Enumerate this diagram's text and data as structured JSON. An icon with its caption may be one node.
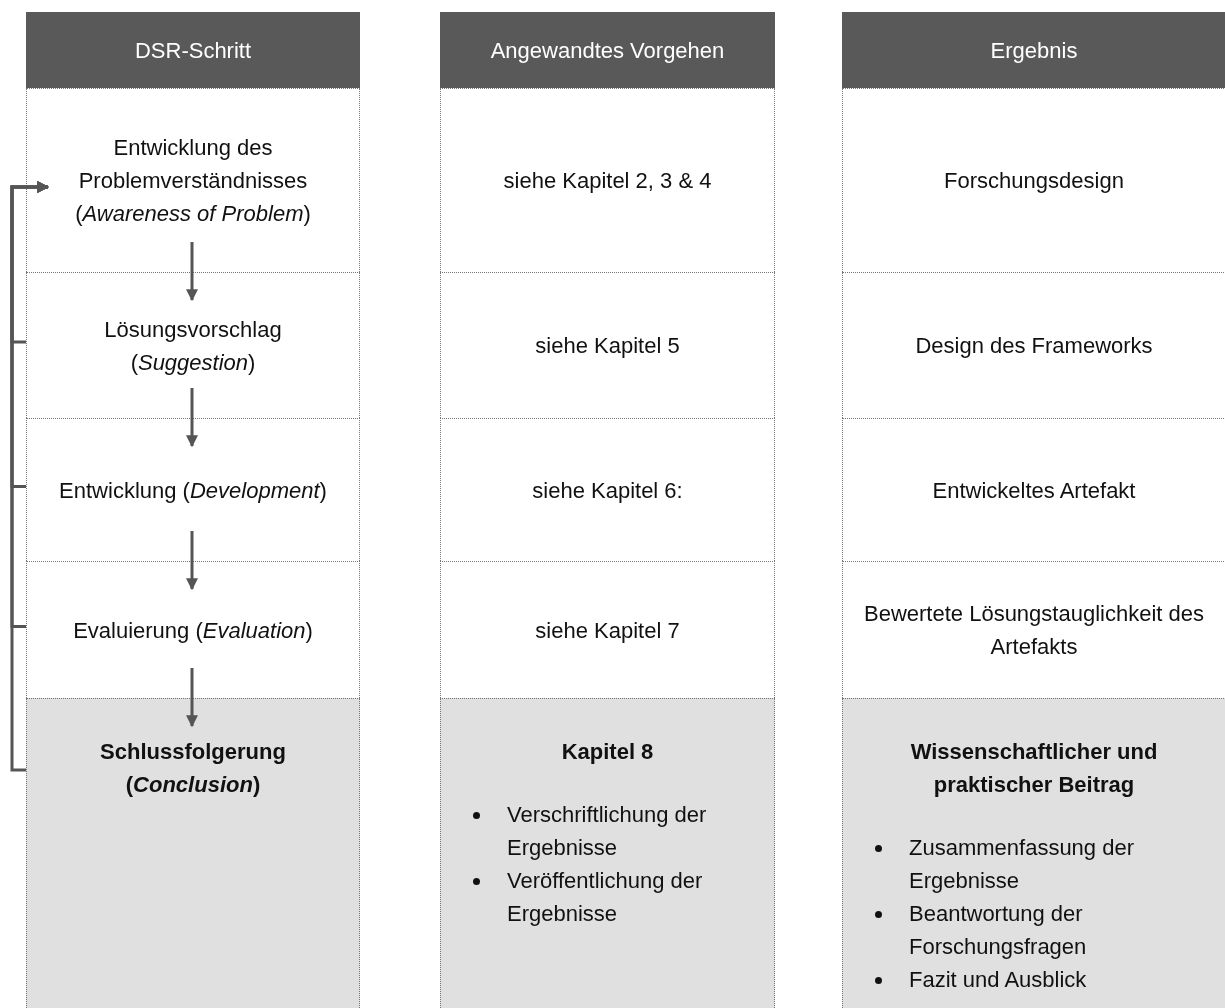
{
  "diagram": {
    "nodes": [
      {
        "text": [
          "DSR-Schritt"
        ]
      },
      {
        "text": [
          "Angewandtes Vorgehen"
        ]
      },
      {
        "text": [
          "Ergebnis"
        ]
      },
      {
        "text": [
          "Entwicklung des Problemverständnisses (*Awareness of Problem*)"
        ]
      },
      {
        "text": [
          "siehe Kapitel 2, 3 & 4"
        ]
      },
      {
        "text": [
          "Forschungsdesign"
        ]
      },
      {
        "text": [
          "Lösungsvorschlag (*Suggestion*)"
        ]
      },
      {
        "text": [
          "siehe Kapitel 5"
        ]
      },
      {
        "text": [
          "Design des Frameworks"
        ]
      },
      {
        "text": [
          "Entwicklung (*Development*)"
        ]
      },
      {
        "text": [
          "siehe Kapitel 6:"
        ]
      },
      {
        "text": [
          "Entwickeltes Artefakt"
        ]
      },
      {
        "text": [
          "Evaluierung (*Evaluation*)"
        ]
      },
      {
        "text": [
          "siehe Kapitel 7"
        ]
      },
      {
        "text": [
          "Bewertete Lösungstauglichkeit des Artefakts"
        ]
      },
      {
        "text": [
          "Schlussfolgerung (*Conclusion*)"
        ]
      },
      {
        "text": [
          "Kapitel 8",
          "Verschriftlichung der Ergebnisse",
          "Veröffentlichung der Ergebnisse"
        ]
      },
      {
        "text": [
          "Wissenschaftlicher und praktischer Beitrag",
          "Zusammenfassung der Ergebnisse",
          "Beantwortung der Forschungsfragen",
          "Fazit und Ausblick"
        ]
      }
    ],
    "edges": [
      {
        "from": 3,
        "to": 6,
        "arrow": "to"
      },
      {
        "from": 6,
        "to": 9,
        "arrow": "to"
      },
      {
        "from": 9,
        "to": 12,
        "arrow": "to"
      },
      {
        "from": 12,
        "to": 15,
        "arrow": "to"
      },
      {
        "from": 6,
        "to": 3,
        "arrow": "to"
      },
      {
        "from": 9,
        "to": 3,
        "arrow": "to"
      },
      {
        "from": 12,
        "to": 3,
        "arrow": "to"
      },
      {
        "from": 15,
        "to": 3,
        "arrow": "to"
      }
    ]
  }
}
